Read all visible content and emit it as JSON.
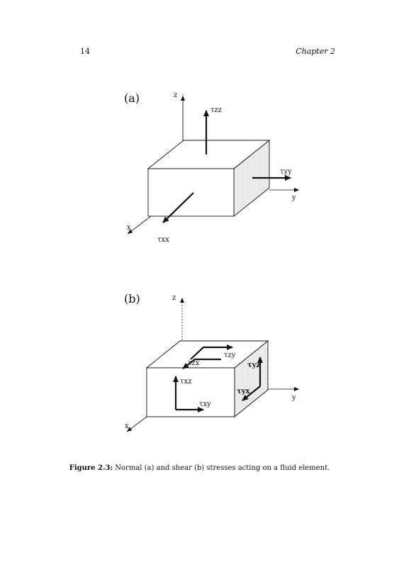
{
  "page": {
    "number": "14",
    "chapter": "Chapter 2"
  },
  "figure": {
    "panel_a": {
      "label": "(a)",
      "axes": {
        "z": "z",
        "y": "y",
        "x": "x"
      },
      "stresses": {
        "zz": "τzz",
        "yy": "τyy",
        "xx": "τxx"
      }
    },
    "panel_b": {
      "label": "(b)",
      "axes": {
        "z": "z",
        "y": "y",
        "x": "x"
      },
      "stresses": {
        "zy": "τzy",
        "zx": "τzx",
        "yz": "τyz",
        "yx": "τyx",
        "xz": "τxz",
        "xy": "τxy"
      }
    },
    "caption": {
      "label": "Figure 2.3:",
      "text": " Normal (a) and shear (b) stresses acting on a fluid element."
    }
  }
}
